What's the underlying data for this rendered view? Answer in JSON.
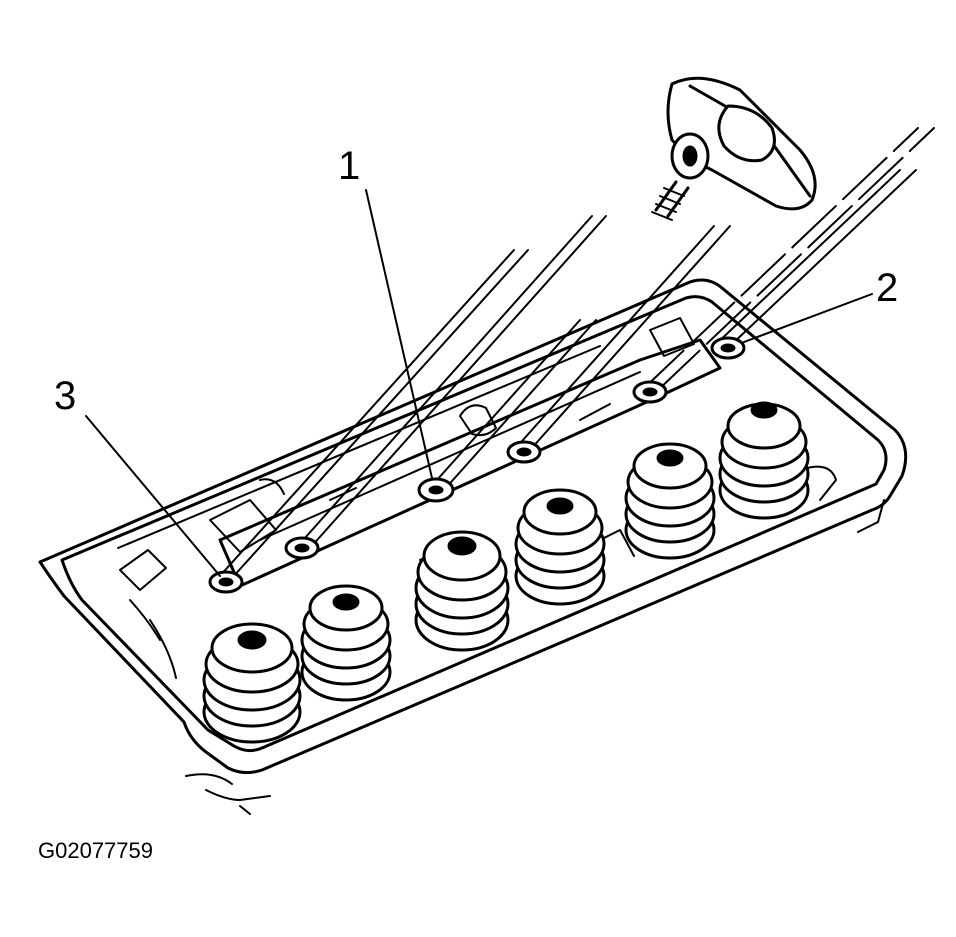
{
  "figure": {
    "figure_id": "G02077759",
    "callouts": [
      {
        "id": "1",
        "label": "1"
      },
      {
        "id": "2",
        "label": "2"
      },
      {
        "id": "3",
        "label": "3"
      }
    ],
    "colors": {
      "ink": "#000000",
      "paper": "#ffffff"
    }
  }
}
